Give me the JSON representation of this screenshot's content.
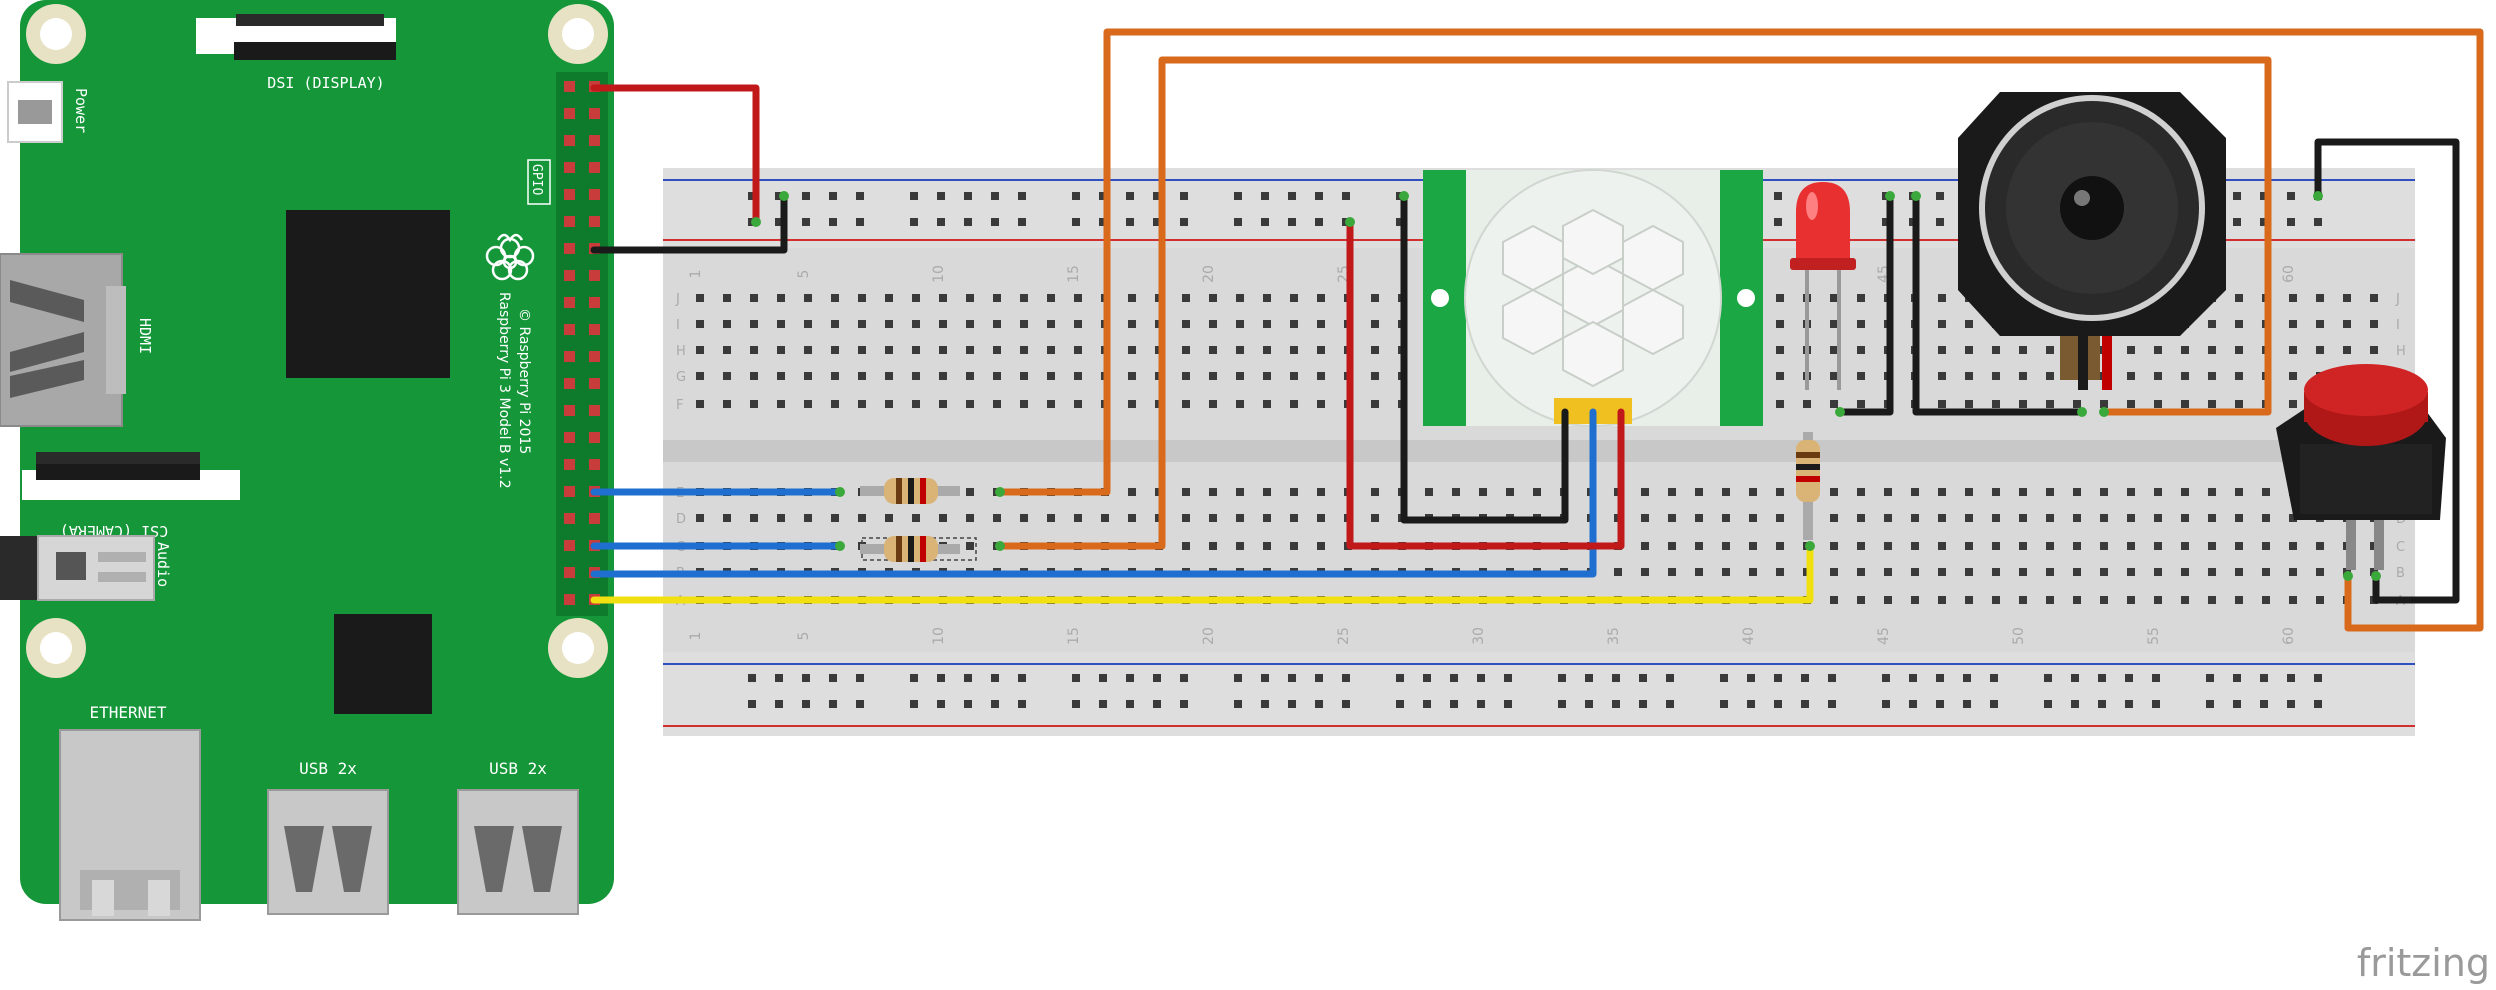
{
  "board": {
    "name_line1": "Raspberry Pi 3 Model B v1.2",
    "name_line2": "© Raspberry Pi 2015",
    "labels": {
      "dsi": "DSI (DISPLAY)",
      "power": "Power",
      "hdmi": "HDMI",
      "csi": "CSI (CAMERA)",
      "audio": "Audio",
      "ethernet": "ETHERNET",
      "usb1": "USB 2x",
      "usb2": "USB 2x",
      "gpio": "GPIO"
    }
  },
  "breadboard": {
    "row_letters_top": [
      "J",
      "I",
      "H",
      "G",
      "F"
    ],
    "row_letters_bottom": [
      "E",
      "D",
      "C",
      "B",
      "A"
    ],
    "column_numbers": [
      "1",
      "5",
      "10",
      "15",
      "20",
      "25",
      "30",
      "35",
      "40",
      "45",
      "50",
      "55",
      "60"
    ]
  },
  "components": {
    "pir": "pir-motion-sensor",
    "led": "red-led",
    "speaker": "speaker",
    "button": "push-button"
  },
  "colors": {
    "board_green": "#149639",
    "board_dark": "#0e7a2c",
    "wire_red": "#c1181a",
    "wire_black": "#1a1a1a",
    "wire_orange": "#d96a1c",
    "wire_blue": "#1e6fd0",
    "wire_yellow": "#f0e010",
    "breadboard": "#d9d9d9",
    "rail_red": "#d03030",
    "rail_blue": "#3050c0"
  },
  "footer": {
    "brand": "fritzing"
  }
}
